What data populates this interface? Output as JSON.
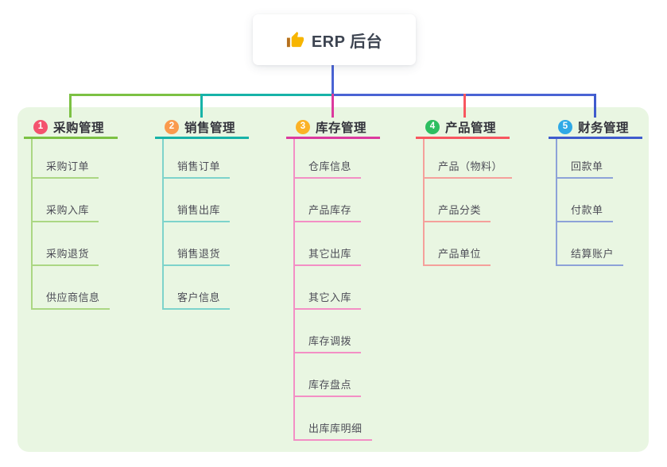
{
  "root": {
    "title": "ERP 后台",
    "icon": "thumbs-up",
    "icon_color": "#f7b500"
  },
  "panel_bg": "#e9f6e2",
  "connector_color": "#4a63d4",
  "branches": [
    {
      "num": "1",
      "label": "采购管理",
      "colors": {
        "badge": "#f4536e",
        "line": "#7cc143",
        "light": "#abd783"
      },
      "children": [
        "采购订单",
        "采购入库",
        "采购退货",
        "供应商信息"
      ]
    },
    {
      "num": "2",
      "label": "销售管理",
      "colors": {
        "badge": "#fa9a4d",
        "line": "#17b3a8",
        "light": "#7dd3cb"
      },
      "children": [
        "销售订单",
        "销售出库",
        "销售退货",
        "客户信息"
      ]
    },
    {
      "num": "3",
      "label": "库存管理",
      "colors": {
        "badge": "#fbb226",
        "line": "#dc3a9e",
        "light": "#f38fc5"
      },
      "children": [
        "仓库信息",
        "产品库存",
        "其它出库",
        "其它入库",
        "库存调拨",
        "库存盘点",
        "出库库明细"
      ]
    },
    {
      "num": "4",
      "label": "产品管理",
      "colors": {
        "badge": "#2dbe60",
        "line": "#f8565f",
        "light": "#f5a09b"
      },
      "children": [
        "产品（物料）",
        "产品分类",
        "产品单位"
      ]
    },
    {
      "num": "5",
      "label": "财务管理",
      "colors": {
        "badge": "#2fa9e6",
        "line": "#3f5bcd",
        "light": "#8da2d8"
      },
      "children": [
        "回款单",
        "付款单",
        "结算账户"
      ]
    }
  ]
}
